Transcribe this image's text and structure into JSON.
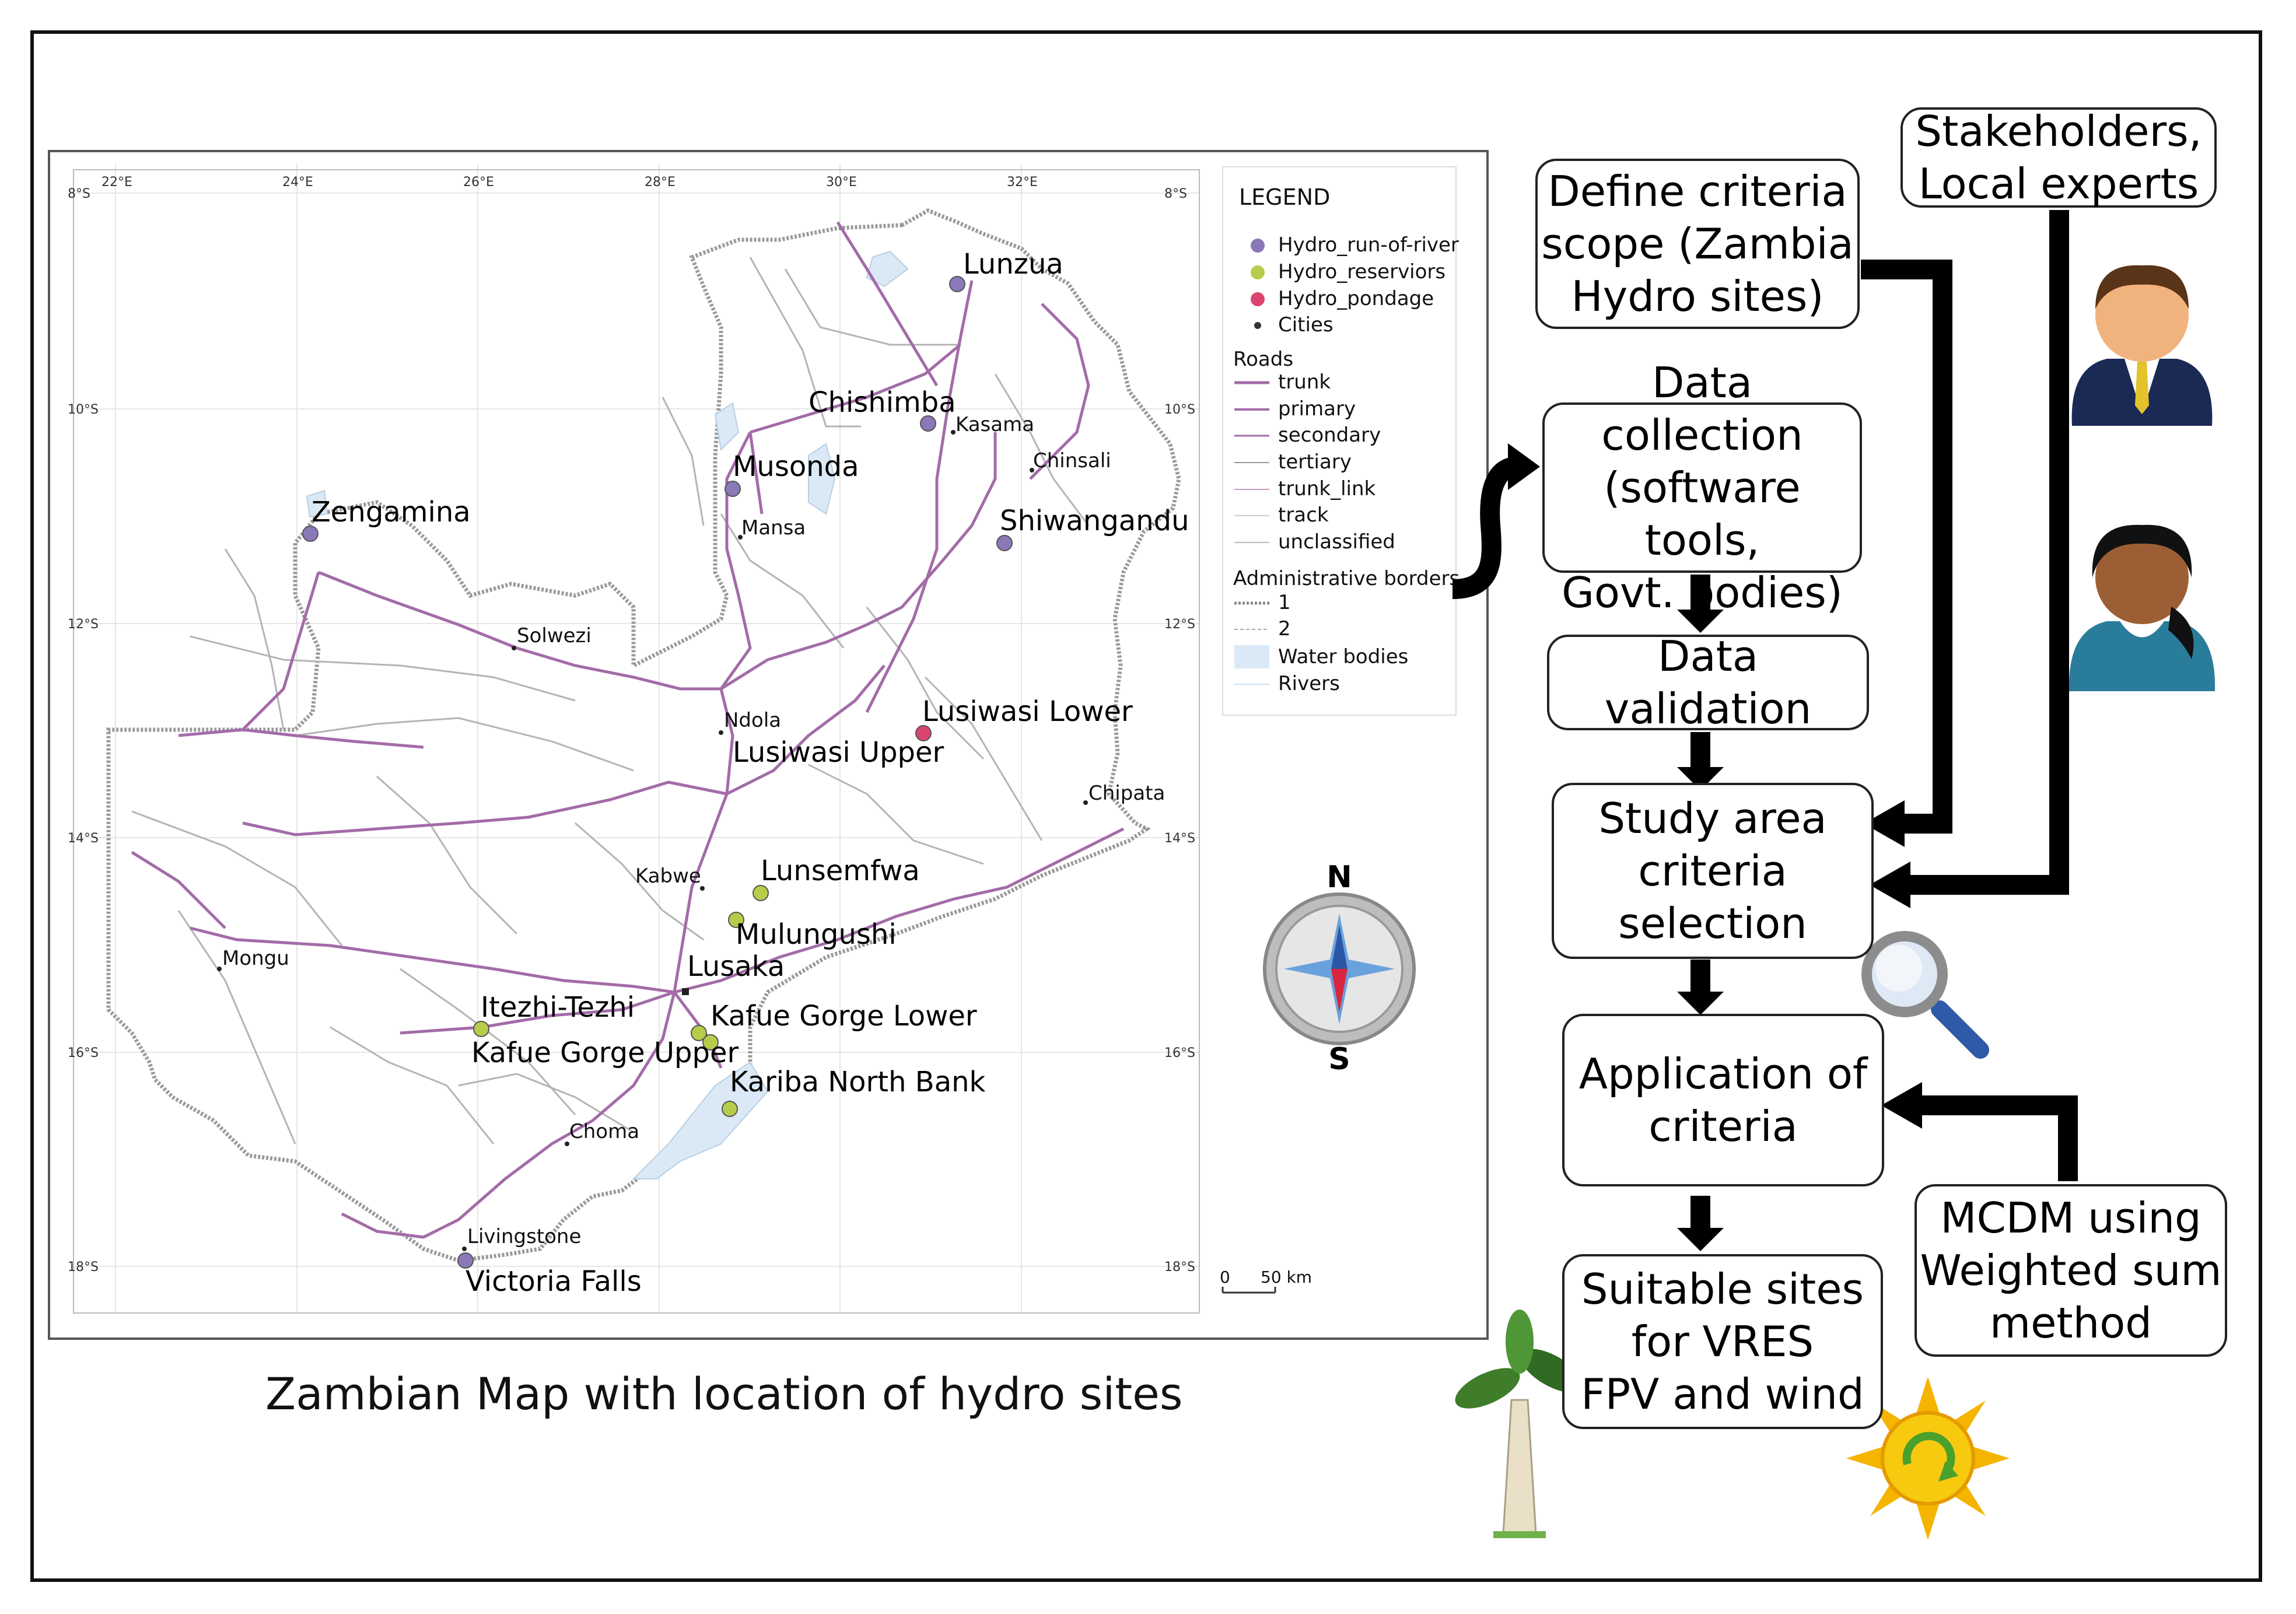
{
  "caption": "Zambian Map with location of hydro sites",
  "flow": {
    "define": "Define criteria\nscope (Zambia\nHydro sites)",
    "stakeholders": "Stakeholders,\nLocal experts",
    "collection": "Data collection\n(software tools,\nGovt. bodies)",
    "validation": "Data validation",
    "selection": "Study area\ncriteria\nselection",
    "application": "Application of\ncriteria",
    "mcdm": "MCDM using\nWeighted sum\nmethod",
    "suitable": "Suitable sites\nfor VRES\nFPV and wind"
  },
  "compass": {
    "north": "N",
    "south": "S"
  },
  "legend": {
    "title": "LEGEND",
    "points": [
      {
        "label": "Hydro_run-of-river",
        "color": "#8a78b8"
      },
      {
        "label": "Hydro_reserviors",
        "color": "#b7cc4a"
      },
      {
        "label": "Hydro_pondage",
        "color": "#d9456e"
      },
      {
        "label": "Cities",
        "color": "#333333"
      }
    ],
    "roads_title": "Roads",
    "roads": [
      "trunk",
      "primary",
      "secondary",
      "tertiary",
      "trunk_link",
      "track",
      "unclassified"
    ],
    "admin_title": "Administrative borders",
    "admin": [
      "1",
      "2"
    ],
    "water": "Water bodies",
    "rivers": "Rivers"
  },
  "scale": {
    "zero": "0",
    "label": "50 km"
  },
  "ticks": {
    "lon": [
      "22°E",
      "24°E",
      "26°E",
      "28°E",
      "30°E",
      "32°E"
    ],
    "lat_left": [
      "8°S",
      "10°S",
      "12°S",
      "14°S",
      "16°S",
      "18°S"
    ],
    "lat_right": [
      "8°S",
      "10°S",
      "12°S",
      "14°S",
      "16°S",
      "18°S"
    ]
  },
  "sites": [
    {
      "name": "Lunzua",
      "type": "run-of-river"
    },
    {
      "name": "Chishimba",
      "type": "run-of-river"
    },
    {
      "name": "Musonda",
      "type": "run-of-river"
    },
    {
      "name": "Zengamina",
      "type": "run-of-river"
    },
    {
      "name": "Shiwangandu",
      "type": "run-of-river"
    },
    {
      "name": "Lusiwasi Lower",
      "type": "pondage"
    },
    {
      "name": "Lusiwasi Upper",
      "type": "label"
    },
    {
      "name": "Lunsemfwa",
      "type": "reservoir"
    },
    {
      "name": "Mulungushi",
      "type": "reservoir"
    },
    {
      "name": "Itezhi-Tezhi",
      "type": "reservoir"
    },
    {
      "name": "Kafue Gorge Upper",
      "type": "reservoir"
    },
    {
      "name": "Kafue Gorge Lower",
      "type": "reservoir"
    },
    {
      "name": "Kariba North Bank",
      "type": "reservoir"
    },
    {
      "name": "Victoria Falls",
      "type": "run-of-river"
    }
  ],
  "cities": [
    "Kasama",
    "Chinsali",
    "Mansa",
    "Solwezi",
    "Ndola",
    "Chipata",
    "Kabwe",
    "Mongu",
    "Lusaka",
    "Choma",
    "Livingstone"
  ]
}
